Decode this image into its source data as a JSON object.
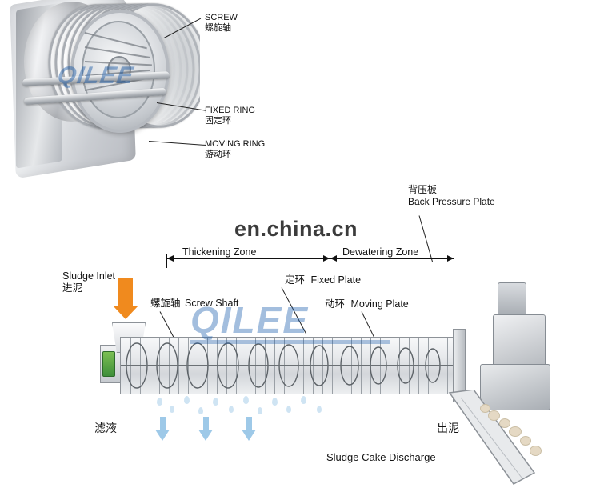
{
  "top_photo": {
    "watermark": "QILEE",
    "labels": [
      {
        "en": "SCREW",
        "cn": "螺旋轴"
      },
      {
        "en": "FIXED RING",
        "cn": "固定环"
      },
      {
        "en": "MOVING RING",
        "cn": "游动环"
      }
    ]
  },
  "diagram": {
    "watermark_band": "en.china.cn",
    "watermark_logo": "QILEE",
    "back_pressure_plate": {
      "cn": "背压板",
      "en": "Back Pressure Plate"
    },
    "zones": {
      "thickening": "Thickening Zone",
      "dewatering": "Dewatering Zone"
    },
    "sludge_inlet": {
      "en": "Sludge Inlet",
      "cn": "进泥"
    },
    "screw_shaft": {
      "cn": "螺旋轴",
      "en": "Screw Shaft"
    },
    "fixed_plate": {
      "cn": "定环",
      "en": "Fixed Plate"
    },
    "moving_plate": {
      "cn": "动环",
      "en": "Moving Plate"
    },
    "filtrate": {
      "cn": "滤液"
    },
    "sludge_out": {
      "cn": "出泥"
    },
    "cake_discharge": {
      "en": "Sludge Cake Discharge"
    }
  },
  "colors": {
    "inlet_arrow": "#f08a1e",
    "filtrate_arrow": "#9ec9e8",
    "motor_green": "#7bbf53",
    "watermark_blue": "#195cac"
  }
}
